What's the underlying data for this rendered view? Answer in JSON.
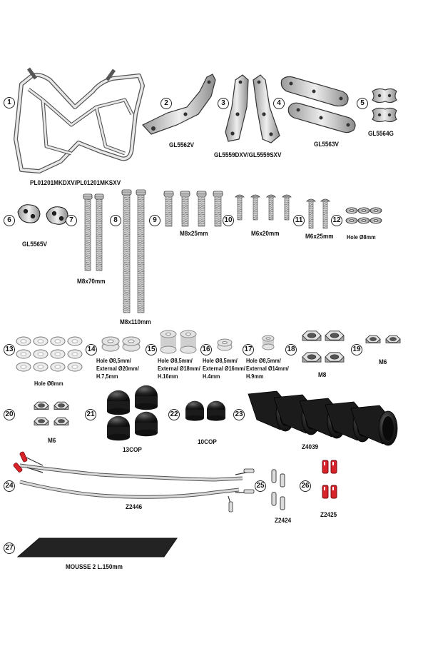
{
  "parts": [
    {
      "n": "1",
      "code": "PL01201MKDXV/PL01201MKSXV"
    },
    {
      "n": "2",
      "code": "GL5562V"
    },
    {
      "n": "3",
      "code": "GL5559DXV/GL5559SXV"
    },
    {
      "n": "4",
      "code": "GL5563V"
    },
    {
      "n": "5",
      "code": "GL5564G"
    },
    {
      "n": "6",
      "code": "GL5565V"
    },
    {
      "n": "7",
      "code": ""
    },
    {
      "n": "8",
      "code": "M8x70mm"
    },
    {
      "n": "9",
      "code": "M8x25mm"
    },
    {
      "n": "10",
      "code": "M6x20mm"
    },
    {
      "n": "11",
      "code": "M6x25mm"
    },
    {
      "n": "12",
      "code": "Hole Ø8mm"
    },
    {
      "n": "13",
      "code": "Hole Ø8mm"
    },
    {
      "n": "14",
      "code": "Hole Ø8,5mm/\nExternal Ø20mm/\nH.7,5mm"
    },
    {
      "n": "15",
      "code": "Hole Ø8,5mm/\nExternal Ø18mm/\nH.16mm"
    },
    {
      "n": "16",
      "code": "Hole Ø8,5mm/\nExternal Ø16mm/\nH.4mm"
    },
    {
      "n": "17",
      "code": "Hole Ø8,5mm/\nExternal Ø14mm/\nH.9mm"
    },
    {
      "n": "18",
      "code": "M8"
    },
    {
      "n": "19",
      "code": "M6"
    },
    {
      "n": "20",
      "code": "M6"
    },
    {
      "n": "21",
      "code": "13COP"
    },
    {
      "n": "22",
      "code": "10COP"
    },
    {
      "n": "23",
      "code": "Z4039"
    },
    {
      "n": "24",
      "code": "Z2446"
    },
    {
      "n": "25",
      "code": "Z2424"
    },
    {
      "n": "26",
      "code": "Z2425"
    },
    {
      "n": "27",
      "code": "MOUSSE 2 L.150mm"
    }
  ],
  "extra_labels": {
    "bolt_8b": "M8x110mm"
  },
  "colors": {
    "ink": "#1a1a1a",
    "metal": "#d9d9d9",
    "metal_dark": "#8a8a8a",
    "black_part": "#1b1b1b",
    "red_part": "#d8232a"
  }
}
